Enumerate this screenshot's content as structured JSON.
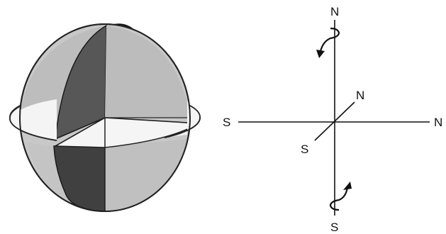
{
  "axes_diagram": {
    "labels": {
      "vertical_top": "N",
      "vertical_bottom": "S",
      "horizontal_left": "S",
      "horizontal_right": "N",
      "diagonal_upper": "N",
      "diagonal_lower": "S"
    }
  }
}
